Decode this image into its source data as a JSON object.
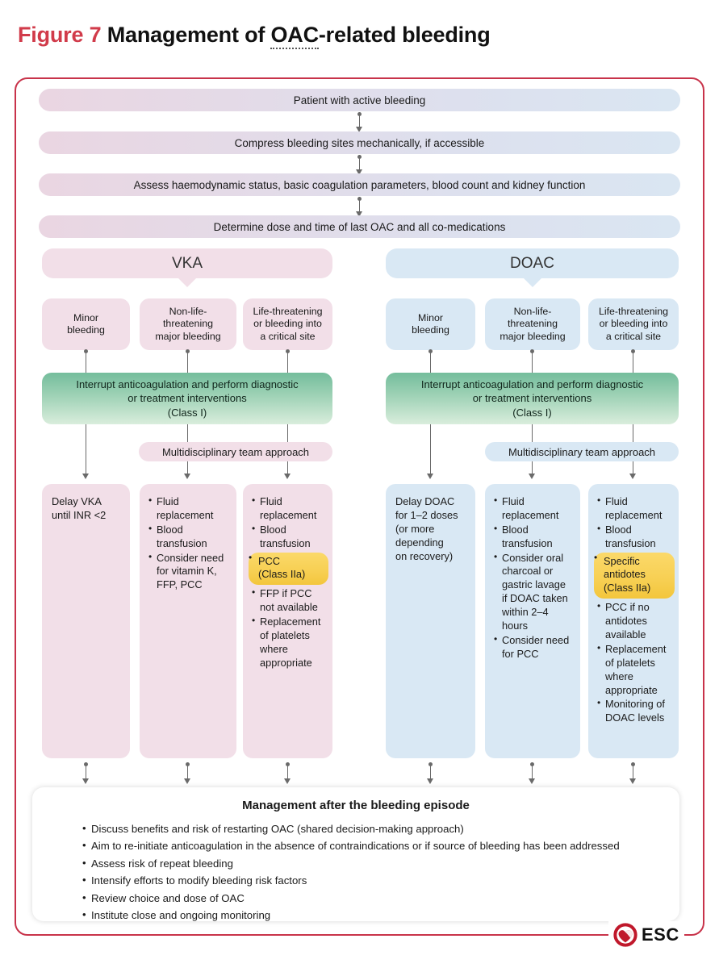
{
  "title": {
    "figure_label": "Figure 7",
    "text_before": "Management of ",
    "underlined": "OAC",
    "text_after": "-related bleeding"
  },
  "flow": {
    "steps": [
      "Patient with active bleeding",
      "Compress bleeding sites mechanically, if accessible",
      "Assess haemodynamic status, basic coagulation parameters, blood count and kidney function",
      "Determine dose and time of last OAC and all co-medications"
    ]
  },
  "branches": [
    {
      "id": "vka",
      "header": "VKA",
      "severities": [
        "Minor\nbleeding",
        "Non-life-\nthreatening\nmajor bleeding",
        "Life-threatening\nor bleeding into\na critical site"
      ],
      "intervention": {
        "line1": "Interrupt anticoagulation and perform diagnostic",
        "line2": "or treatment interventions",
        "line3": "(Class I)"
      },
      "mdt": "Multidisciplinary team approach",
      "columns": [
        {
          "type": "plain",
          "text": "Delay VKA\nuntil INR <2"
        },
        {
          "type": "bullets",
          "items": [
            {
              "text": "Fluid replacement",
              "highlight": false
            },
            {
              "text": "Blood transfusion",
              "highlight": false
            },
            {
              "text": "Consider need for vitamin K, FFP, PCC",
              "highlight": false
            }
          ]
        },
        {
          "type": "bullets",
          "items": [
            {
              "text": "Fluid replacement",
              "highlight": false
            },
            {
              "text": "Blood transfusion",
              "highlight": false
            },
            {
              "text": "PCC\n(Class IIa)",
              "highlight": true
            },
            {
              "text": "FFP if PCC not available",
              "highlight": false
            },
            {
              "text": "Replacement of platelets where appropriate",
              "highlight": false
            }
          ]
        }
      ]
    },
    {
      "id": "doac",
      "header": "DOAC",
      "severities": [
        "Minor\nbleeding",
        "Non-life-\nthreatening\nmajor bleeding",
        "Life-threatening\nor bleeding into\na critical site"
      ],
      "intervention": {
        "line1": "Interrupt anticoagulation and perform diagnostic",
        "line2": "or treatment interventions",
        "line3": "(Class I)"
      },
      "mdt": "Multidisciplinary team approach",
      "columns": [
        {
          "type": "plain",
          "text": "Delay DOAC\nfor 1–2 doses\n(or more\ndepending\non recovery)"
        },
        {
          "type": "bullets",
          "items": [
            {
              "text": "Fluid replacement",
              "highlight": false
            },
            {
              "text": "Blood transfusion",
              "highlight": false
            },
            {
              "text": "Consider oral charcoal or gastric lavage if DOAC taken within 2–4 hours",
              "highlight": false
            },
            {
              "text": "Consider need for PCC",
              "highlight": false
            }
          ]
        },
        {
          "type": "bullets",
          "items": [
            {
              "text": "Fluid replacement",
              "highlight": false
            },
            {
              "text": "Blood transfusion",
              "highlight": false
            },
            {
              "text": "Specific antidotes\n(Class IIa)",
              "highlight": true
            },
            {
              "text": "PCC if no antidotes available",
              "highlight": false
            },
            {
              "text": "Replacement of platelets where appropriate",
              "highlight": false
            },
            {
              "text": "Monitoring of DOAC levels",
              "highlight": false
            }
          ]
        }
      ]
    }
  ],
  "summary": {
    "heading": "Management after the bleeding episode",
    "items": [
      "Discuss benefits and risk of restarting OAC (shared decision-making approach)",
      "Aim to re-initiate anticoagulation in the absence of contraindications or if source of bleeding has been addressed",
      "Assess risk of repeat bleeding",
      "Intensify efforts to modify bleeding risk factors",
      "Review choice and dose of OAC",
      "Institute close and ongoing monitoring"
    ]
  },
  "logo": {
    "text": "ESC",
    "icon": "heart-icon"
  },
  "colors": {
    "accent_red": "#c8334a",
    "figure_red": "#d13b4a",
    "pink": "#f2dfe8",
    "blue": "#d9e8f4",
    "green_top": "#74bd9c",
    "green_bottom": "#d9eddc",
    "highlight_yellow": "#f7cf52"
  }
}
